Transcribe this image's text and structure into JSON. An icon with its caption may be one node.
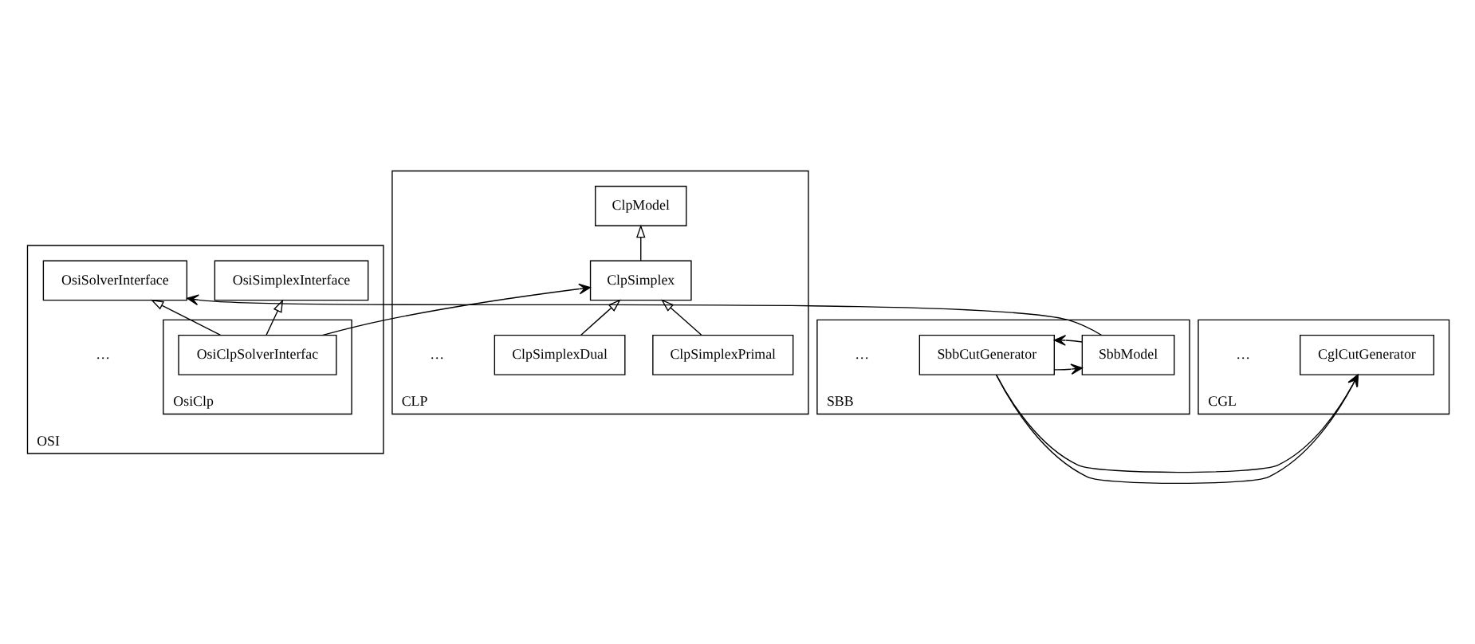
{
  "diagram": {
    "nodes": [
      {
        "text": [
          "OSI"
        ]
      },
      {
        "text": [
          "OsiSolverInterface"
        ],
        "in": 0
      },
      {
        "text": [
          "OsiSimplexInterface"
        ],
        "in": 0
      },
      {
        "text": [
          "OsiClp"
        ],
        "in": 0
      },
      {
        "text": [
          "OsiClpSolverInterfac"
        ],
        "in": 3
      },
      {
        "text": [
          "CLP"
        ]
      },
      {
        "text": [
          "ClpModel"
        ],
        "in": 5
      },
      {
        "text": [
          "ClpSimplex"
        ],
        "in": 5
      },
      {
        "text": [
          "ClpSimplexPrimal"
        ],
        "in": 5
      },
      {
        "text": [
          "ClpSimplexDual"
        ],
        "in": 5
      },
      {
        "text": [
          "SBB"
        ]
      },
      {
        "text": [
          "SbbModel"
        ],
        "in": 10
      },
      {
        "text": [
          "SbbCutGenerator"
        ],
        "in": 10
      },
      {
        "text": [
          "CGL"
        ]
      },
      {
        "text": [
          "CglCutGenerator"
        ],
        "in": 13
      }
    ],
    "edges": [
      {
        "from": 4,
        "to": 1,
        "arrow": "to"
      },
      {
        "from": 4,
        "to": 2,
        "arrow": "to"
      },
      {
        "from": 4,
        "to": 7,
        "arrow": "to"
      },
      {
        "from": 7,
        "to": 6,
        "arrow": "to"
      },
      {
        "from": 8,
        "to": 7,
        "arrow": "to"
      },
      {
        "from": 9,
        "to": 7,
        "arrow": "to"
      },
      {
        "from": 11,
        "to": 1,
        "arrow": "to"
      },
      {
        "from": 11,
        "to": 12,
        "arrow": "to"
      },
      {
        "from": 12,
        "to": 11,
        "arrow": "to"
      },
      {
        "from": 12,
        "to": 14,
        "arrow": "to"
      }
    ],
    "labels": [
      "…",
      "…",
      "…",
      "…"
    ]
  }
}
